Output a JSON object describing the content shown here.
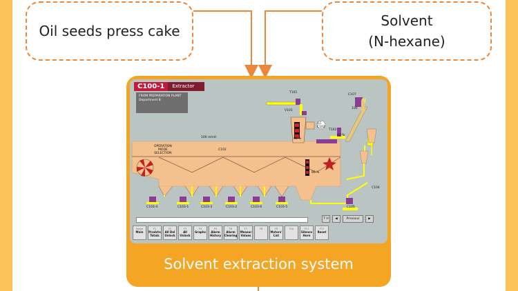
{
  "inputs": {
    "feed_label": "Oil seeds press cake",
    "solvent_line1": "Solvent",
    "solvent_line2": "(N-hexane)"
  },
  "caption": "Solvent extraction system",
  "hmi": {
    "id": "C100-1",
    "name": "Extractor",
    "info_line1": "FROM PREPARATION PLANT",
    "info_line2": "Department B",
    "bed_height": "100",
    "bed_height_unit": "mmH",
    "extractor_tag": "C102",
    "mode_label1": "OPERATION",
    "mode_label2": "MODE",
    "mode_label3": "SELECTION",
    "valve_tag": "V101",
    "tag_t101": "T101",
    "tag_t102": "T102",
    "tag_lc": "LC",
    "tag_c102": "C102",
    "tag_c107": "C107",
    "fixed_value": "100",
    "pct_value": "80",
    "pct_unit": "%",
    "tag_c104": "C104",
    "tag_c105": "C105",
    "tag_c103_4": "C103-4",
    "tag_c103_1": "C103-1",
    "tag_c103_3": "C103-3",
    "tag_c103_2": "C103-2",
    "tag_c103_6": "C103-6",
    "tag_c103_5": "C103-5",
    "nav": [
      "T H",
      "◀",
      "Previous",
      "▶"
    ],
    "fkeys": [
      {
        "fn": "Home",
        "label": "Main"
      },
      {
        "fn": "F1",
        "label": "Prodctn Totals"
      },
      {
        "fn": "F2",
        "label": "All Del Unlock"
      },
      {
        "fn": "F3",
        "label": "All Unlock"
      },
      {
        "fn": "F4",
        "label": "Graphs"
      },
      {
        "fn": "F5",
        "label": "Alarm History"
      },
      {
        "fn": "F6",
        "label": "Alarm Clearing"
      },
      {
        "fn": "F7",
        "label": "Measur Values"
      },
      {
        "fn": "F8",
        "label": ""
      },
      {
        "fn": "F9",
        "label": "Motors' List"
      },
      {
        "fn": "F10",
        "label": ""
      },
      {
        "fn": "F11",
        "label": "Silence Horn"
      },
      {
        "fn": "F12",
        "label": "Reset"
      }
    ]
  },
  "colors": {
    "background": "#fdc35a",
    "card": "#f5a524",
    "connector": "#e9873a",
    "tank": "#f4c08e",
    "pipe": "#ffff00",
    "motor": "#8a3d93"
  }
}
